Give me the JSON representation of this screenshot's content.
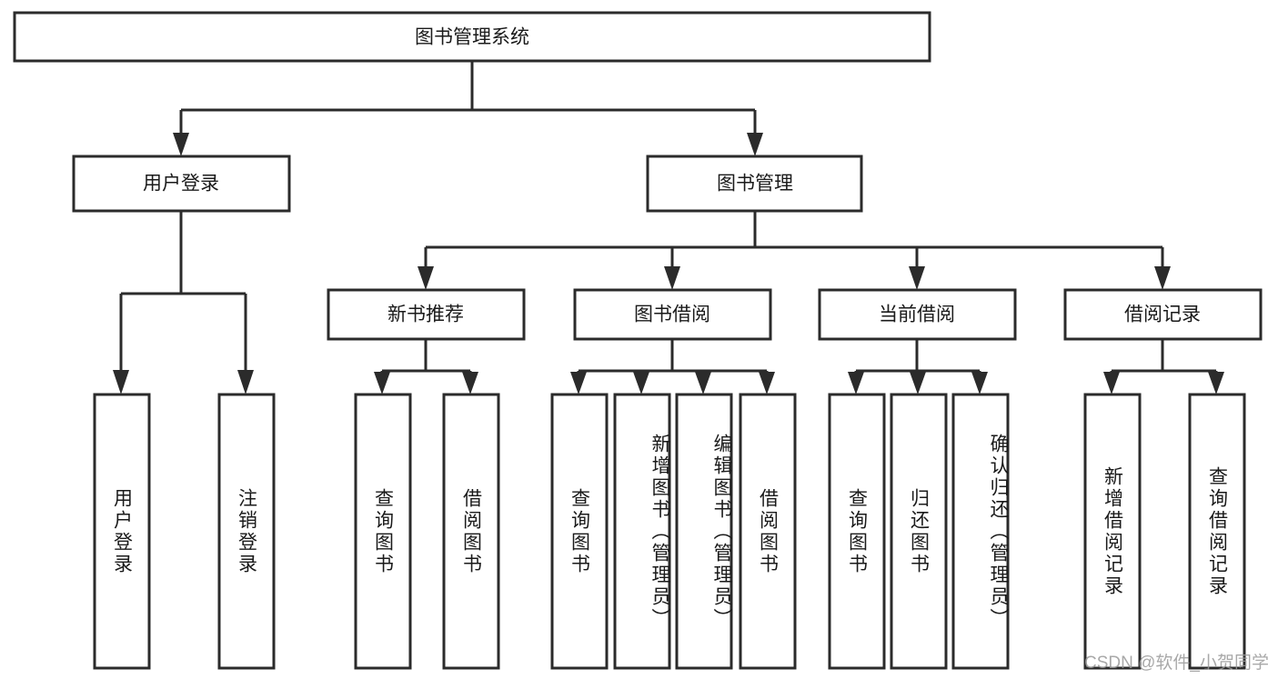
{
  "diagram": {
    "type": "tree",
    "title": "图书管理系统",
    "watermark": "CSDN @软件_小贺同学",
    "colors": {
      "box_stroke": "#2b2b2b",
      "box_fill": "#ffffff",
      "text": "#1a1a1a",
      "watermark": "#9a9a9a",
      "background": "#ffffff"
    },
    "levels": {
      "root": {
        "label": "图书管理系统"
      },
      "level2": [
        {
          "label": "用户登录"
        },
        {
          "label": "图书管理"
        }
      ],
      "level3": [
        {
          "label": "新书推荐"
        },
        {
          "label": "图书借阅"
        },
        {
          "label": "当前借阅"
        },
        {
          "label": "借阅记录"
        }
      ],
      "leaves": [
        {
          "label": "用户登录",
          "parent": "用户登录"
        },
        {
          "label": "注销登录",
          "parent": "用户登录"
        },
        {
          "label": "查询图书",
          "parent": "新书推荐"
        },
        {
          "label": "借阅图书",
          "parent": "新书推荐"
        },
        {
          "label": "查询图书",
          "parent": "图书借阅"
        },
        {
          "label": "新增图书（管理员）",
          "parent": "图书借阅"
        },
        {
          "label": "编辑图书（管理员）",
          "parent": "图书借阅"
        },
        {
          "label": "借阅图书",
          "parent": "图书借阅"
        },
        {
          "label": "查询图书",
          "parent": "当前借阅"
        },
        {
          "label": "归还图书",
          "parent": "当前借阅"
        },
        {
          "label": "确认归还（管理员）",
          "parent": "当前借阅"
        },
        {
          "label": "新增借阅记录",
          "parent": "借阅记录"
        },
        {
          "label": "查询借阅记录",
          "parent": "借阅记录"
        }
      ]
    }
  }
}
